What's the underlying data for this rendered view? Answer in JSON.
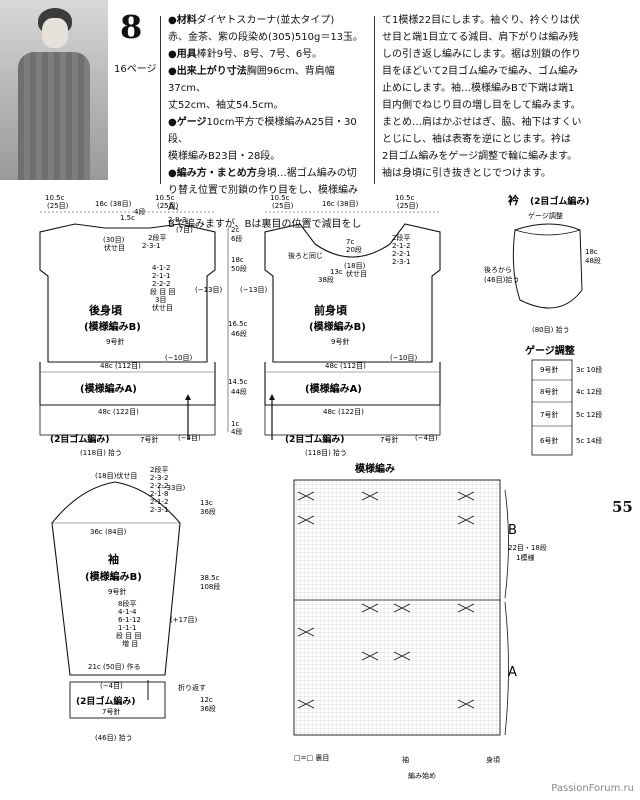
{
  "header": {
    "pattern_number": "8",
    "page_ref": "16ページ"
  },
  "instructions": {
    "col1": [
      {
        "label": "●材料",
        "text": "ダイヤトスカーナ(並太タイプ)"
      },
      {
        "label": "",
        "text": "赤、金茶、紫の段染め(305)510g＝13玉。"
      },
      {
        "label": "●用具",
        "text": "棒針9号、8号、7号、6号。"
      },
      {
        "label": "●出来上がり寸法",
        "text": "胸囲96cm、背肩幅37cm、"
      },
      {
        "label": "",
        "text": "丈52cm、袖丈54.5cm。"
      },
      {
        "label": "●ゲージ",
        "text": "10cm平方で模様編みA25目・30段、"
      },
      {
        "label": "",
        "text": "模様編みB23目・28段。"
      },
      {
        "label": "●編み方・まとめ方",
        "text": "身頃…裾ゴム編みの切"
      },
      {
        "label": "",
        "text": "り替え位置で別鎖の作り目をし、模様編みA、"
      },
      {
        "label": "",
        "text": "Bで編みますが、Bは裏目の位置で減目をし"
      }
    ],
    "col2": [
      "て1模様22目にします。袖ぐり、衿ぐりは伏",
      "せ目と端1目立てる減目、肩下がりは編み残",
      "しの引き返し編みにします。裾は別鎖の作り",
      "目をほどいて2目ゴム編みで編み、ゴム編み",
      "止めにします。袖…模様編みBで下端は端1",
      "目内側でねじり目の増し目をして編みます。",
      "まとめ…肩はかぶせはぎ、脇、袖下はすくい",
      "とじにし、袖は表寄を逆にとじます。衿は",
      "2目ゴム編みをゲージ調整で輪に編みます。",
      "袖は身頃に引き抜きとじでつけます。"
    ]
  },
  "back": {
    "top_dims": [
      "10.5c",
      "(25目)",
      "16c (38目)",
      "10.5c",
      "(25目)"
    ],
    "title": "後身頃",
    "subtitle": "(模様編みB)",
    "needle": "9号針",
    "shoulder": [
      "1.5c",
      "4段",
      "2-8-3",
      "(7目)",
      "(30目)",
      "伏せ目",
      "2段平",
      "2-3-1"
    ],
    "armhole": [
      "4-1-2",
      "2-1-1",
      "2-2-2",
      "段 目 回",
      "3目",
      "伏せ目"
    ],
    "side_minus13": "(−13目)",
    "dims_right": [
      "2c",
      "6段",
      "18c",
      "50段",
      "16.5c",
      "46段",
      "14.5c",
      "44段",
      "1c",
      "4段"
    ],
    "width48_112": "48c (112目)",
    "minus10": "(−10目)",
    "section_a": "(模様編みA)",
    "width48_122": "48c (122目)",
    "rib": "(2目ゴム編み)",
    "rib_needle": "7号針",
    "minus4": "(−4目)",
    "hem": "(118目) 拾う"
  },
  "front": {
    "top_dims": [
      "10.5c",
      "(25目)",
      "16c (38目)",
      "10.5c",
      "(25目)"
    ],
    "title": "前身頃",
    "subtitle": "(模様編みB)",
    "needle": "9号針",
    "neck": [
      "7c",
      "20段",
      "(18目)",
      "伏せ目",
      "2段平",
      "2-1-2",
      "2-2-1",
      "2-3-1"
    ],
    "neck_left": [
      "後ろと同じ",
      "38段",
      "(−13目)",
      "13c"
    ],
    "width48_112": "48c (112目)",
    "minus10": "(−10目)",
    "section_a": "(模様編みA)",
    "width48_122": "48c (122目)",
    "rib": "(2目ゴム編み)",
    "rib_needle": "7号針",
    "minus4": "(−4目)",
    "hem": "(118目) 拾う"
  },
  "collar": {
    "title": "衿",
    "subtitle": "(2目ゴム編み)",
    "gauge": "ゲージ調整",
    "right": [
      "18c",
      "48段"
    ],
    "left": [
      "後ろから",
      "(46目)拾う"
    ],
    "bottom": "(80目) 拾う"
  },
  "gauge_table": {
    "title": "ゲージ調整",
    "rows": [
      {
        "label": "9号針",
        "dims": "3c 10段"
      },
      {
        "label": "8号針",
        "dims": "4c 12段"
      },
      {
        "label": "7号針",
        "dims": "5c 12段"
      },
      {
        "label": "6号針",
        "dims": "5c 14段"
      }
    ]
  },
  "sleeve": {
    "top": "(18目)伏せ目",
    "cap_rows": [
      "2段平",
      "2-3-2",
      "2-2-2",
      "2-1-8",
      "2-1-2",
      "2-3-1"
    ],
    "cap_minus33": "(−33目)",
    "cap_height": [
      "13c",
      "36段"
    ],
    "width36": "36c (84目)",
    "title": "袖",
    "subtitle": "(模様編みB)",
    "needle": "9号針",
    "inc_rows": [
      "8段平",
      "4-1-4",
      "6-1-12",
      "1-1-1",
      "段 目 回",
      "増 目"
    ],
    "plus17": "(+17目)",
    "length": [
      "38.5c",
      "108段"
    ],
    "cuff_width": "21c (50目) 作る",
    "fold": "折り返す",
    "minus4": "(−4目)",
    "cuff": "(2目ゴム編み)",
    "cuff_needle": "7号針",
    "cuff_height": [
      "12c",
      "36段"
    ],
    "bottom": "(46目) 拾う"
  },
  "chart": {
    "title": "模様編み",
    "b_label": "B",
    "b_info": [
      "22目・18段",
      "1模様"
    ],
    "a_label": "A",
    "legend": "□=□ 裏目",
    "labels": [
      "袖",
      "編み始め",
      "身頃"
    ]
  },
  "page_number": "55",
  "watermark": "PassionForum.ru"
}
